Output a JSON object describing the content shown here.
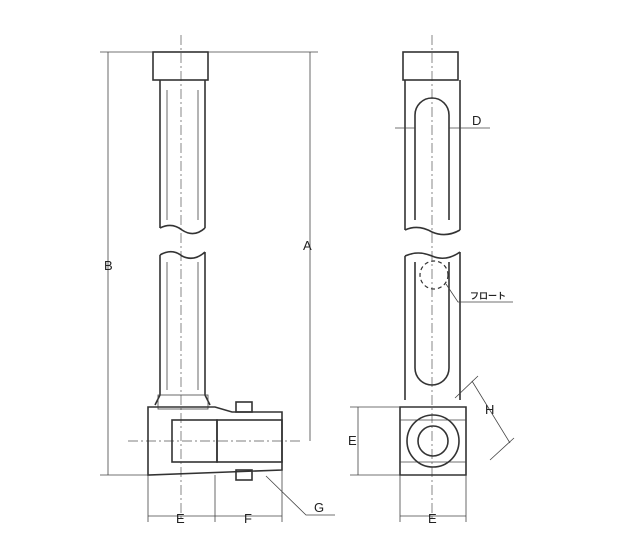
{
  "drawing": {
    "labels": {
      "A": "A",
      "B": "B",
      "D": "D",
      "E_left": "E",
      "E_right_vertical": "E",
      "E_right_bottom": "E",
      "F": "F",
      "G": "G",
      "H": "H",
      "float": "フロート"
    },
    "colors": {
      "line": "#333333",
      "background": "#ffffff"
    }
  }
}
